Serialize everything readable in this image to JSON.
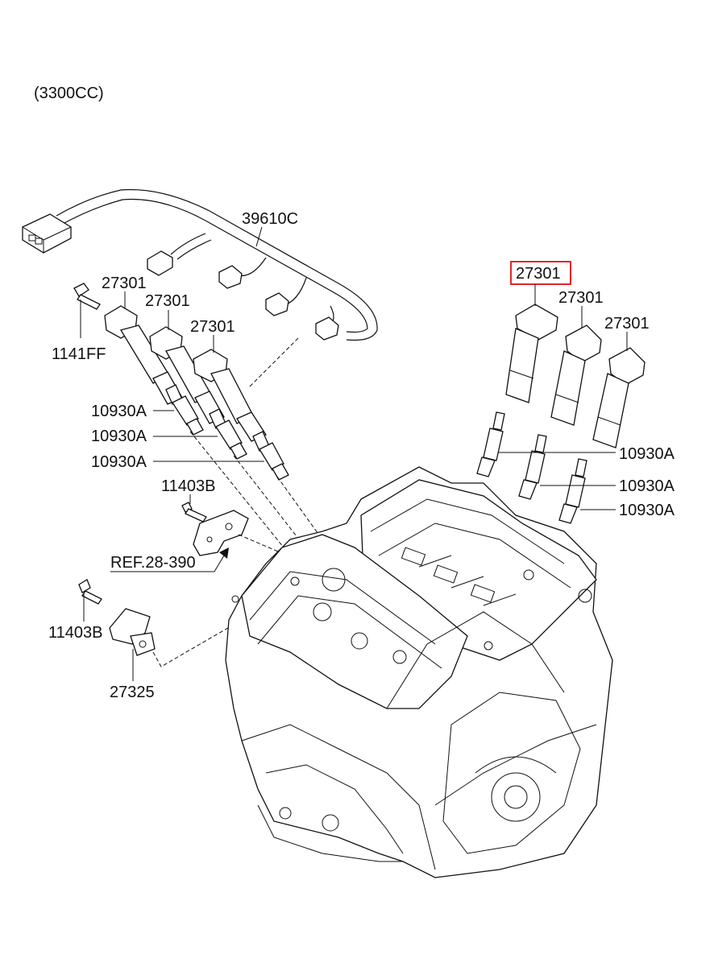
{
  "engine_variant": "(3300CC)",
  "labels": {
    "harness": "39610C",
    "bolt_1141ff": "1141FF",
    "coil_l1": "27301",
    "coil_l2": "27301",
    "coil_l3": "27301",
    "coil_r1": "27301",
    "coil_r2": "27301",
    "coil_r3": "27301",
    "plug_l1": "10930A",
    "plug_l2": "10930A",
    "plug_l3": "10930A",
    "plug_r1": "10930A",
    "plug_r2": "10930A",
    "plug_r3": "10930A",
    "bolt_bracket": "11403B",
    "ref": "REF.28-390",
    "bolt_sensor": "11403B",
    "sensor": "27325"
  },
  "highlight": {
    "target": "coil_r1",
    "color": "#e0262b"
  }
}
